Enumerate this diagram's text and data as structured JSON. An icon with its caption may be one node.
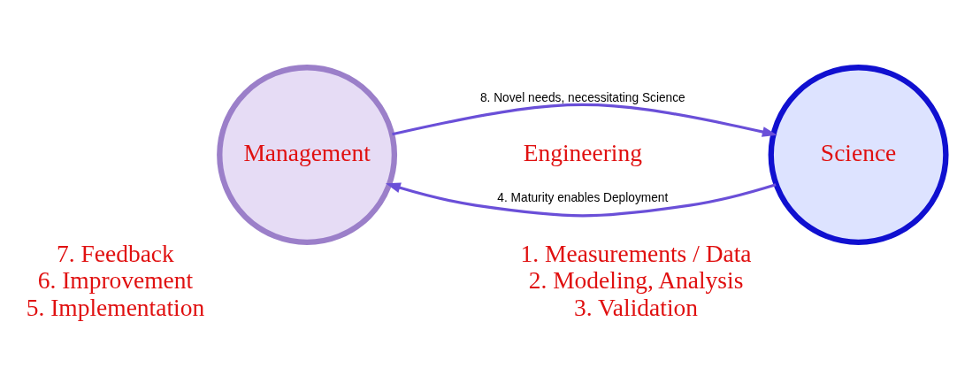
{
  "diagram": {
    "nodes": [
      {
        "text": [
          "Management"
        ],
        "beside": [
          "7. Feedback",
          "6. Improvement",
          "5. Implementation"
        ]
      },
      {
        "text": [
          "Science"
        ],
        "beside": [
          "1. Measurements / Data",
          "2. Modeling, Analysis",
          "3. Validation"
        ]
      }
    ],
    "edges": [
      {
        "from": 0,
        "to": 1,
        "arrow": "to",
        "label": "8. Novel needs, necessitating Science"
      },
      {
        "from": 1,
        "to": 0,
        "arrow": "to",
        "label": "4. Maturity enables Deployment"
      }
    ],
    "labels": [
      "Engineering"
    ]
  }
}
